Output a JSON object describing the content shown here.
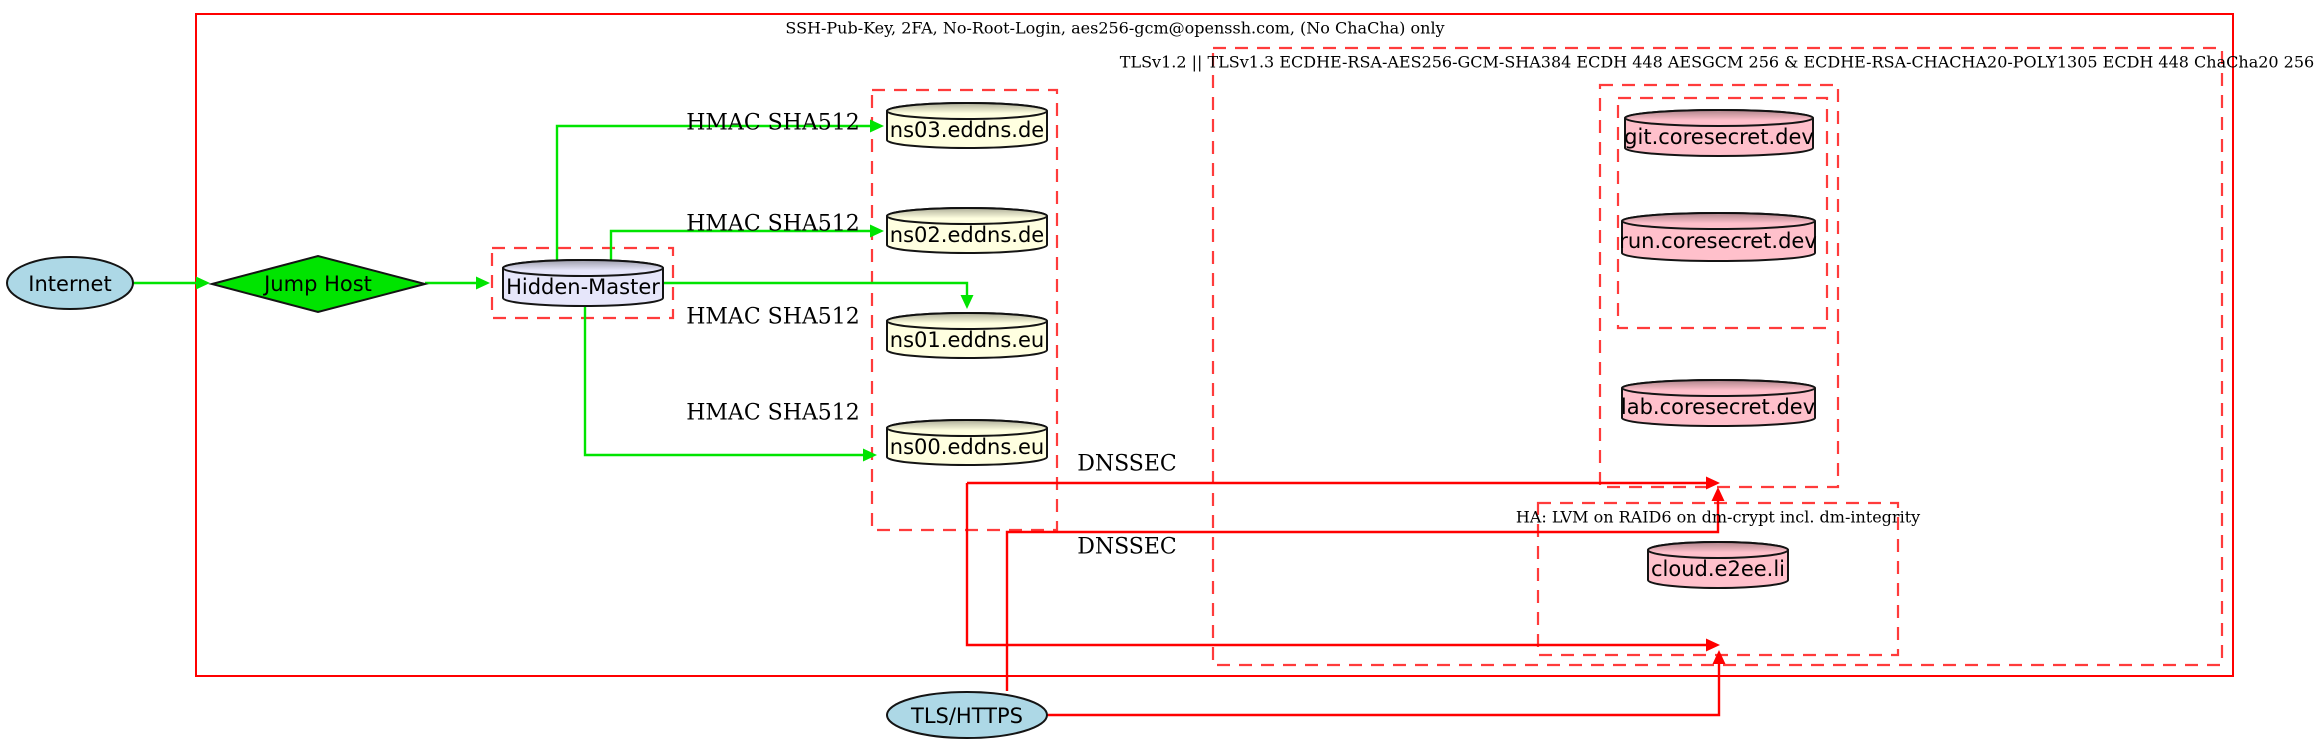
{
  "colors": {
    "red": "#ff0000",
    "red_dash": "#ff3b3b",
    "green": "#00e400",
    "lightblue": "#add8e6",
    "lavender": "#e6e6fa",
    "lightyellow": "#ffffe0",
    "pink": "#ffc0cb"
  },
  "clusters": {
    "ssh": {
      "label": "SSH-Pub-Key, 2FA, No-Root-Login, aes256-gcm@openssh.com, (No ChaCha) only"
    },
    "tls": {
      "label": "TLSv1.2 || TLSv1.3 ECDHE-RSA-AES256-GCM-SHA384 ECDH 448 AESGCM 256 & ECDHE-RSA-CHACHA20-POLY1305 ECDH 448 ChaCha20 256"
    },
    "ha": {
      "label": "HA: LVM on RAID6 on dm-crypt incl. dm-integrity"
    }
  },
  "nodes": {
    "internet": {
      "label": "Internet"
    },
    "jump_host": {
      "label": "Jump Host"
    },
    "hidden_master": {
      "label": "Hidden-Master"
    },
    "ns03": {
      "label": "ns03.eddns.de"
    },
    "ns02": {
      "label": "ns02.eddns.de"
    },
    "ns01": {
      "label": "ns01.eddns.eu"
    },
    "ns00": {
      "label": "ns00.eddns.eu"
    },
    "git": {
      "label": "git.coresecret.dev"
    },
    "run": {
      "label": "run.coresecret.dev"
    },
    "lab": {
      "label": "lab.coresecret.dev"
    },
    "cloud": {
      "label": "cloud.e2ee.li"
    },
    "tls_https": {
      "label": "TLS/HTTPS"
    }
  },
  "edge_labels": {
    "hmac": "HMAC SHA512",
    "dnssec": "DNSSEC"
  },
  "connections": [
    {
      "from": "internet",
      "to": "jump_host",
      "label": ""
    },
    {
      "from": "jump_host",
      "to": "hidden_master",
      "label": ""
    },
    {
      "from": "hidden_master",
      "to": "ns03",
      "label": "HMAC SHA512"
    },
    {
      "from": "hidden_master",
      "to": "ns02",
      "label": "HMAC SHA512"
    },
    {
      "from": "hidden_master",
      "to": "ns01",
      "label": "HMAC SHA512"
    },
    {
      "from": "hidden_master",
      "to": "ns00",
      "label": "HMAC SHA512"
    },
    {
      "from": "ns-cluster",
      "to": "coresecret-cluster",
      "label": "DNSSEC"
    },
    {
      "from": "ns-cluster",
      "to": "ha-cluster",
      "label": ""
    },
    {
      "from": "tls_https",
      "to": "coresecret-cluster",
      "label": "DNSSEC"
    },
    {
      "from": "tls_https",
      "to": "ha-cluster",
      "label": ""
    }
  ]
}
